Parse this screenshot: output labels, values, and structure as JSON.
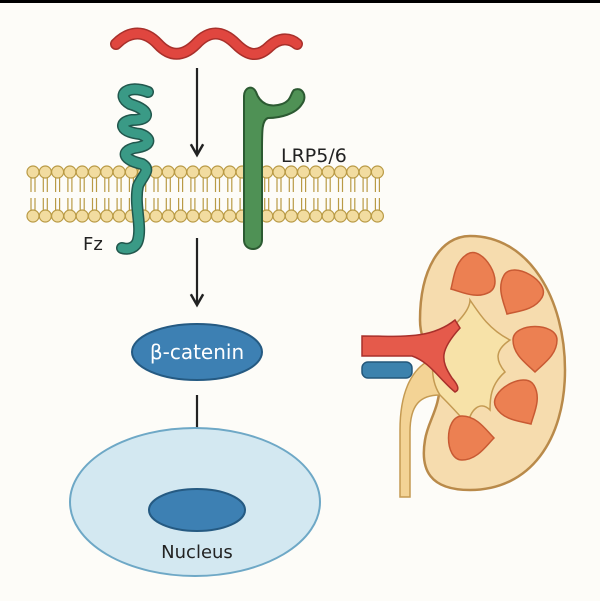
{
  "labels": {
    "receptor_fz": "Fz",
    "receptor_lrp": "LRP5/6",
    "beta_catenin": "β-catenin",
    "nucleus": "Nucleus"
  },
  "colors": {
    "wnt": "#e0463f",
    "fz": "#3a9a86",
    "lrp": "#4f9155",
    "membrane": "#f2dca0",
    "beta_catenin": "#3d80b3",
    "cell": "#d3e8f1",
    "kidney_cortex": "#f6dcae",
    "kidney_pyramid": "#ec8052",
    "artery": "#e0463f",
    "vein": "#3c82ad"
  }
}
